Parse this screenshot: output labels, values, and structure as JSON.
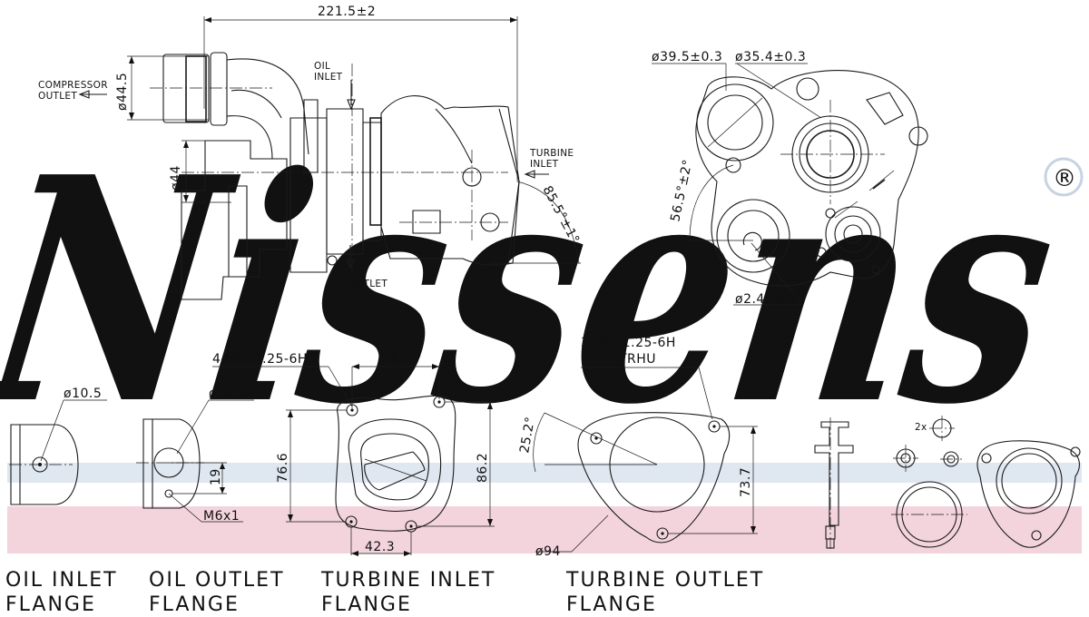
{
  "watermark": {
    "brand": "Nissens",
    "registered": "®",
    "colors": {
      "text": "#c9d6e4",
      "pink_band": "#f3d4dd",
      "blue_band": "#d9e3ee"
    }
  },
  "assembly": {
    "overall_length": "221.5±2",
    "compressor_outlet_diameter": "ø44.5",
    "compressor_outlet_label": [
      "COMPRESSOR",
      "OUTLET"
    ],
    "oil_inlet_label": [
      "OIL",
      "INLET"
    ],
    "oil_outlet_label": [
      "OIL",
      "OUTLET"
    ],
    "turbine_inlet_label": [
      "TURBINE",
      "INLET"
    ],
    "housing_diameter": "ø44",
    "turbine_angle": "85.5°±1°"
  },
  "end_view": {
    "diameter_1": "ø39.5±0.3",
    "diameter_2": "ø35.4±0.3",
    "angle": "56.5°±2°",
    "pin_diameter": "ø2.4±0.3"
  },
  "oil_inlet_flange": {
    "diameter": "ø10.5",
    "caption": [
      "OIL  INLET",
      "FLANGE"
    ]
  },
  "oil_outlet_flange": {
    "diameter": "ø18.6",
    "offset": "19",
    "thread": "M6x1",
    "caption": [
      "OIL  OUTLET",
      "FLANGE"
    ]
  },
  "turbine_inlet_flange": {
    "thread": "4-M8x1.25-6H",
    "width_top": "58.2",
    "width_bottom": "42.3",
    "height_left": "76.6",
    "height_right": "86.2",
    "caption": [
      "TURBINE  INLET",
      "FLANGE"
    ]
  },
  "turbine_outlet_flange": {
    "thread": "3-M8x1.25-6H",
    "thread_note": "TRHU",
    "angle": "25.2°",
    "height": "73.7",
    "diameter": "ø94",
    "caption": [
      "TURBINE  OUTLET",
      "FLANGE"
    ]
  },
  "small_views": {
    "label": "2x"
  }
}
